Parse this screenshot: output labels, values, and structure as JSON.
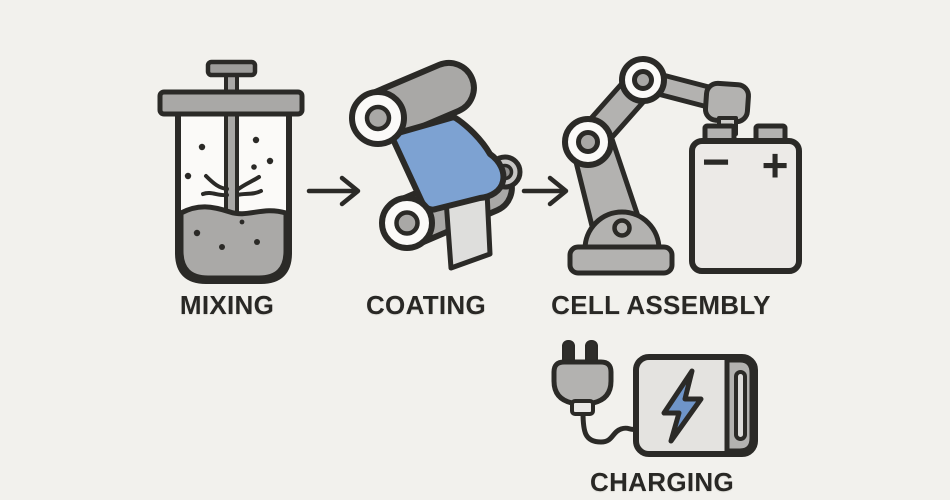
{
  "diagram": {
    "subject": "Battery manufacturing process",
    "background_color": "#f2f1ed",
    "outline_color": "#2b2a27",
    "text_color": "#292825",
    "film_blue_color": "#7da2d2",
    "bolt_blue_color": "#6f95c9",
    "steps": [
      {
        "label": "MIXING",
        "icon": "mixing-jar-icon"
      },
      {
        "label": "COATING",
        "icon": "roll-coater-icon"
      },
      {
        "label": "CELL ASSEMBLY",
        "icon": "robot-arm-battery-icon",
        "battery_negative_symbol": "−",
        "battery_positive_symbol": "+"
      },
      {
        "label": "CHARGING",
        "icon": "charging-plug-battery-icon"
      }
    ],
    "arrow_direction": "right",
    "arrow_count": 2
  }
}
